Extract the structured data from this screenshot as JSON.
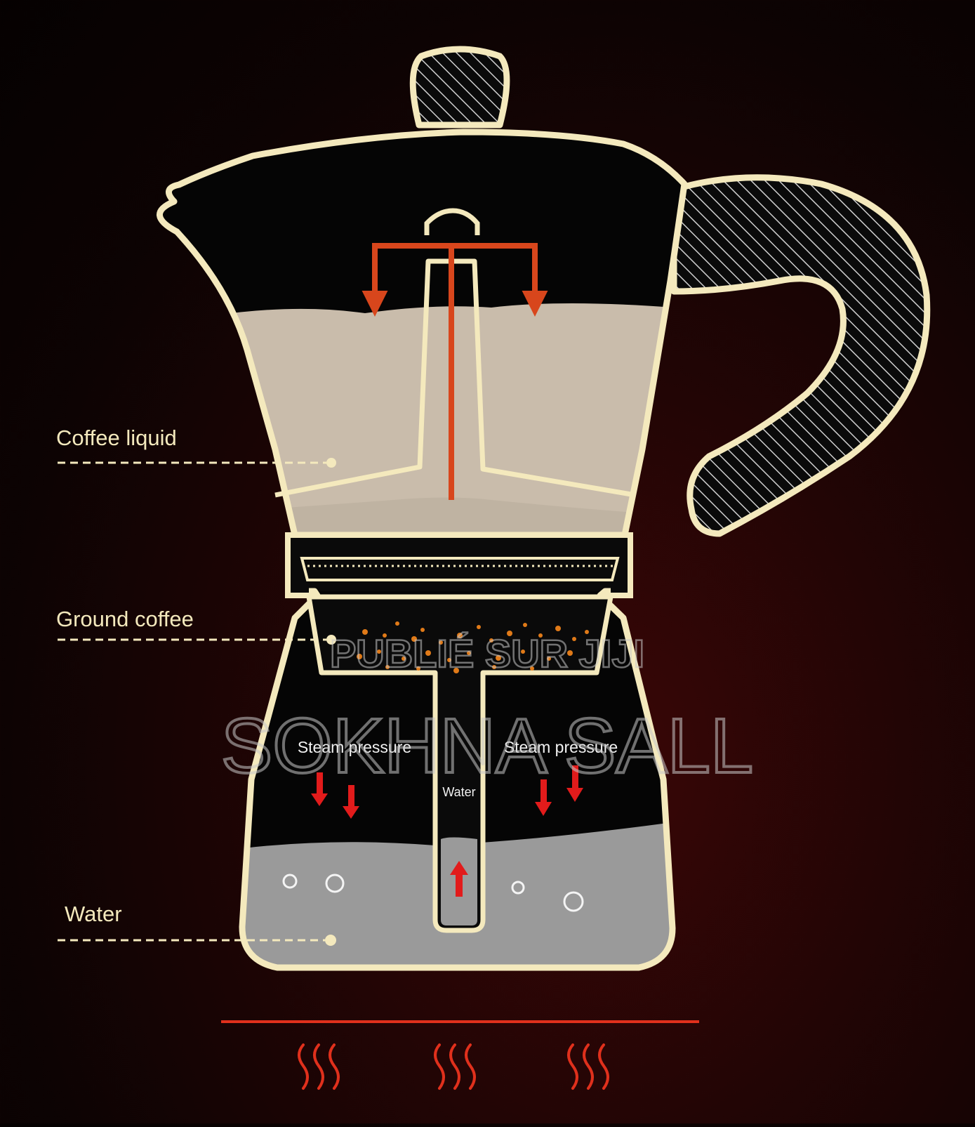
{
  "labels": {
    "coffee_liquid": "Coffee liquid",
    "ground_coffee": "Ground coffee",
    "water": "Water",
    "steam_pressure_left": "Steam pressure",
    "steam_pressure_right": "Steam pressure",
    "funnel_water": "Water"
  },
  "watermark": {
    "line1": "PUBLIÉ SUR JIJI",
    "line2": "SOKHNA SALL"
  },
  "colors": {
    "outline": "#f4e9bd",
    "coffee_liquid": "#c9bcab",
    "water": "#9a9a9a",
    "arrow_orange": "#d8461c",
    "arrow_red": "#e21b1b",
    "grounds": "#e07a18",
    "heat": "#e0301c"
  }
}
